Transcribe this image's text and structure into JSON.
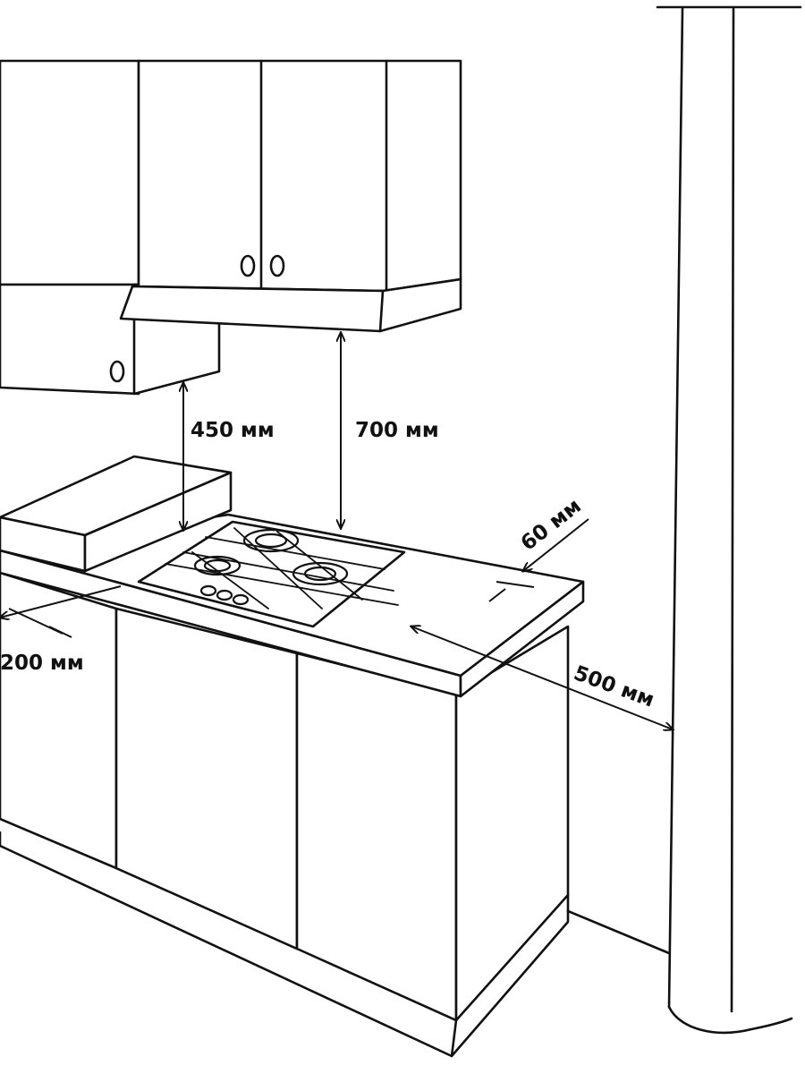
{
  "dimensions": {
    "side_wall_cabinet_clearance": "450 мм",
    "hood_clearance": "700 мм",
    "edge_clearance": "60 мм",
    "side_clearance": "200 мм",
    "wall_clearance": "500 мм"
  },
  "colors": {
    "line": "#111111",
    "background": "#ffffff"
  }
}
